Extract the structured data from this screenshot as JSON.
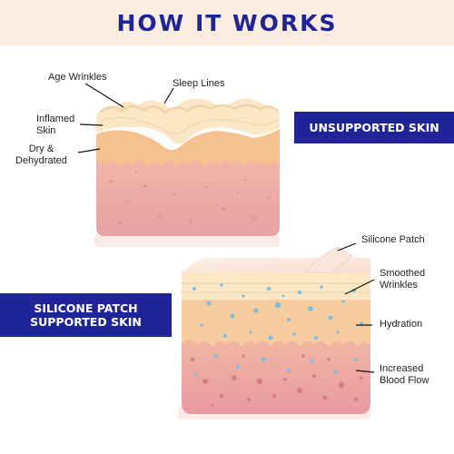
{
  "header": {
    "title": "HOW IT WORKS"
  },
  "unsupported": {
    "badge": "UNSUPPORTED SKIN",
    "labels": {
      "age_wrinkles": "Age Wrinkles",
      "sleep_lines": "Sleep Lines",
      "inflamed_line1": "Inflamed",
      "inflamed_line2": "Skin",
      "dry_line1": "Dry &",
      "dry_line2": "Dehydrated"
    }
  },
  "supported": {
    "badge_line1": "SILICONE PATCH",
    "badge_line2": "SUPPORTED SKIN",
    "labels": {
      "silicone_patch": "Silicone Patch",
      "smoothed_line1": "Smoothed",
      "smoothed_line2": "Wrinkles",
      "hydration": "Hydration",
      "blood_line1": "Increased",
      "blood_line2": "Blood Flow"
    }
  },
  "colors": {
    "brand_navy": "#1f2496",
    "header_bg": "#fcede3",
    "epidermis": "#fbe7c6",
    "dermis_orange": "#f5c28f",
    "deep_pink": "#eba3a3",
    "hydration_dots": "#7cc0e2",
    "blood_dots": "#d97b82"
  }
}
